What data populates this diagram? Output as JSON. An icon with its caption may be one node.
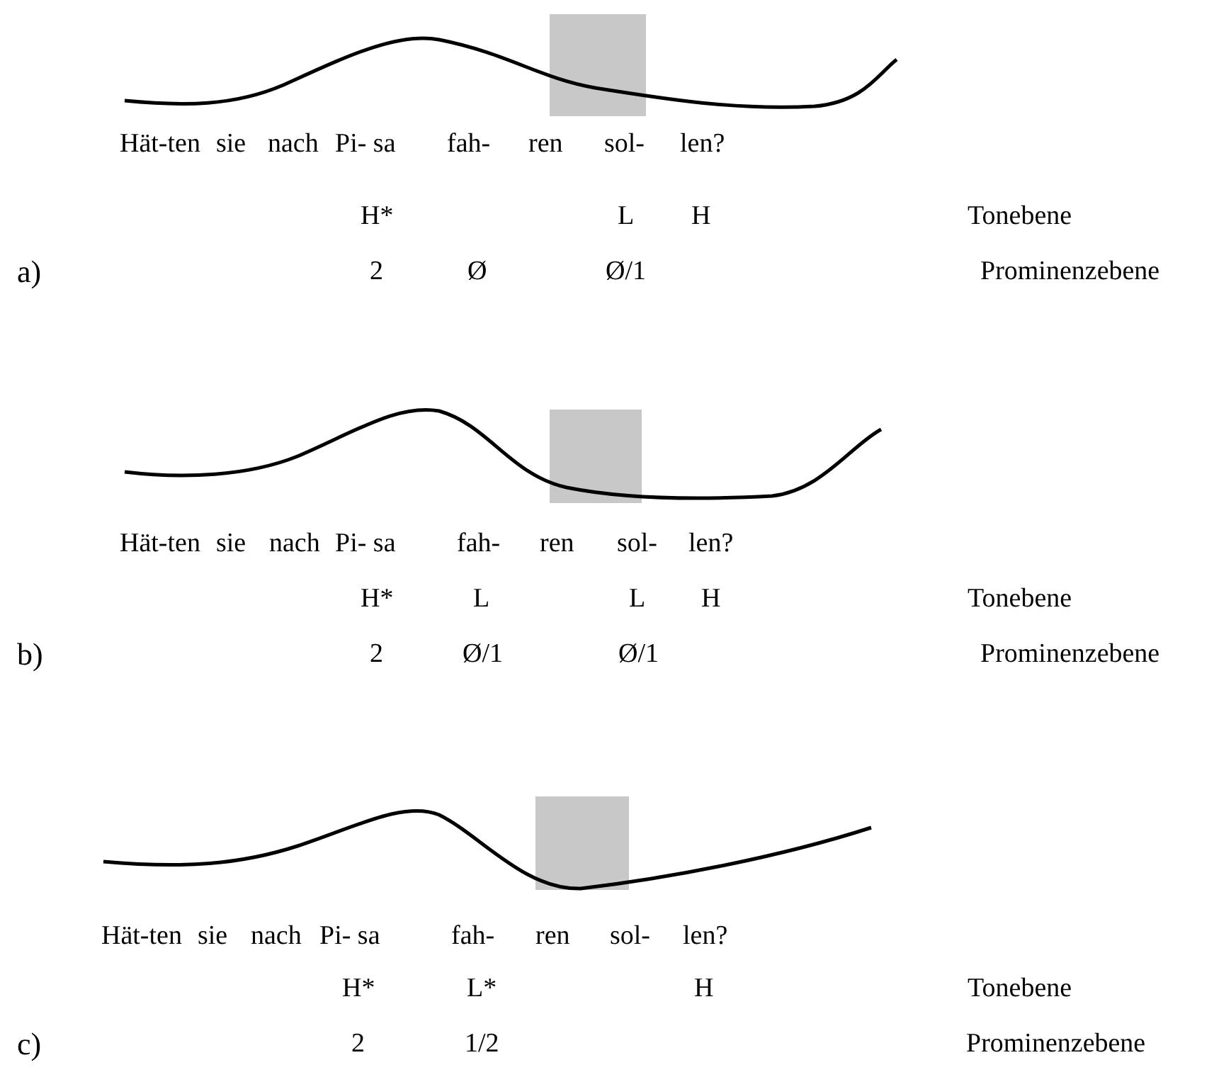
{
  "diagram": {
    "labels": [
      "Hät-ten",
      "sie",
      "nach",
      "Pi- sa",
      "fah-",
      "ren",
      "sol-",
      "len?",
      "H*",
      "L",
      "H",
      "Tonebene",
      "a)",
      "2",
      "Ø",
      "Ø/1",
      "Prominenzebene",
      "Hät-ten",
      "sie",
      "nach",
      "Pi- sa",
      "fah-",
      "ren",
      "sol-",
      "len?",
      "H*",
      "L",
      "L",
      "H",
      "Tonebene",
      "b)",
      "2",
      "Ø/1",
      "Ø/1",
      "Prominenzebene",
      "Hät-ten",
      "sie",
      "nach",
      "Pi- sa",
      "fah-",
      "ren",
      "sol-",
      "len?",
      "H*",
      "L*",
      "H",
      "Tonebene",
      "c)",
      "2",
      "1/2",
      "Prominenzebene"
    ]
  }
}
